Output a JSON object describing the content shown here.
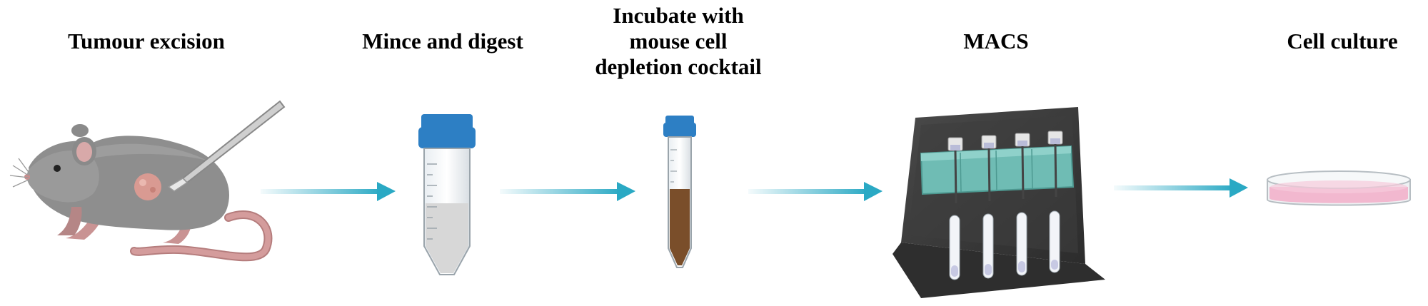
{
  "steps": [
    {
      "id": "tumour-excision",
      "label": "Tumour excision"
    },
    {
      "id": "mince-digest",
      "label": "Mince and digest"
    },
    {
      "id": "incubate",
      "label_lines": [
        "Incubate with",
        "mouse cell",
        "depletion cocktail"
      ]
    },
    {
      "id": "macs",
      "label": "MACS"
    },
    {
      "id": "cell-culture",
      "label": "Cell culture"
    }
  ],
  "colors": {
    "arrow": "#2aa9c4",
    "tube_cap": "#2d7fc4",
    "mouse_body": "#8f8f8f",
    "tail": "#c98d8d",
    "tumour": "#e0a39a",
    "digest_liquid": "#d9d9d9",
    "cocktail_liquid": "#7a4e2a",
    "rack": "#3b3b3b",
    "macs_magnet": "#6fbcb4",
    "culture_medium": "#f2b8cf"
  }
}
